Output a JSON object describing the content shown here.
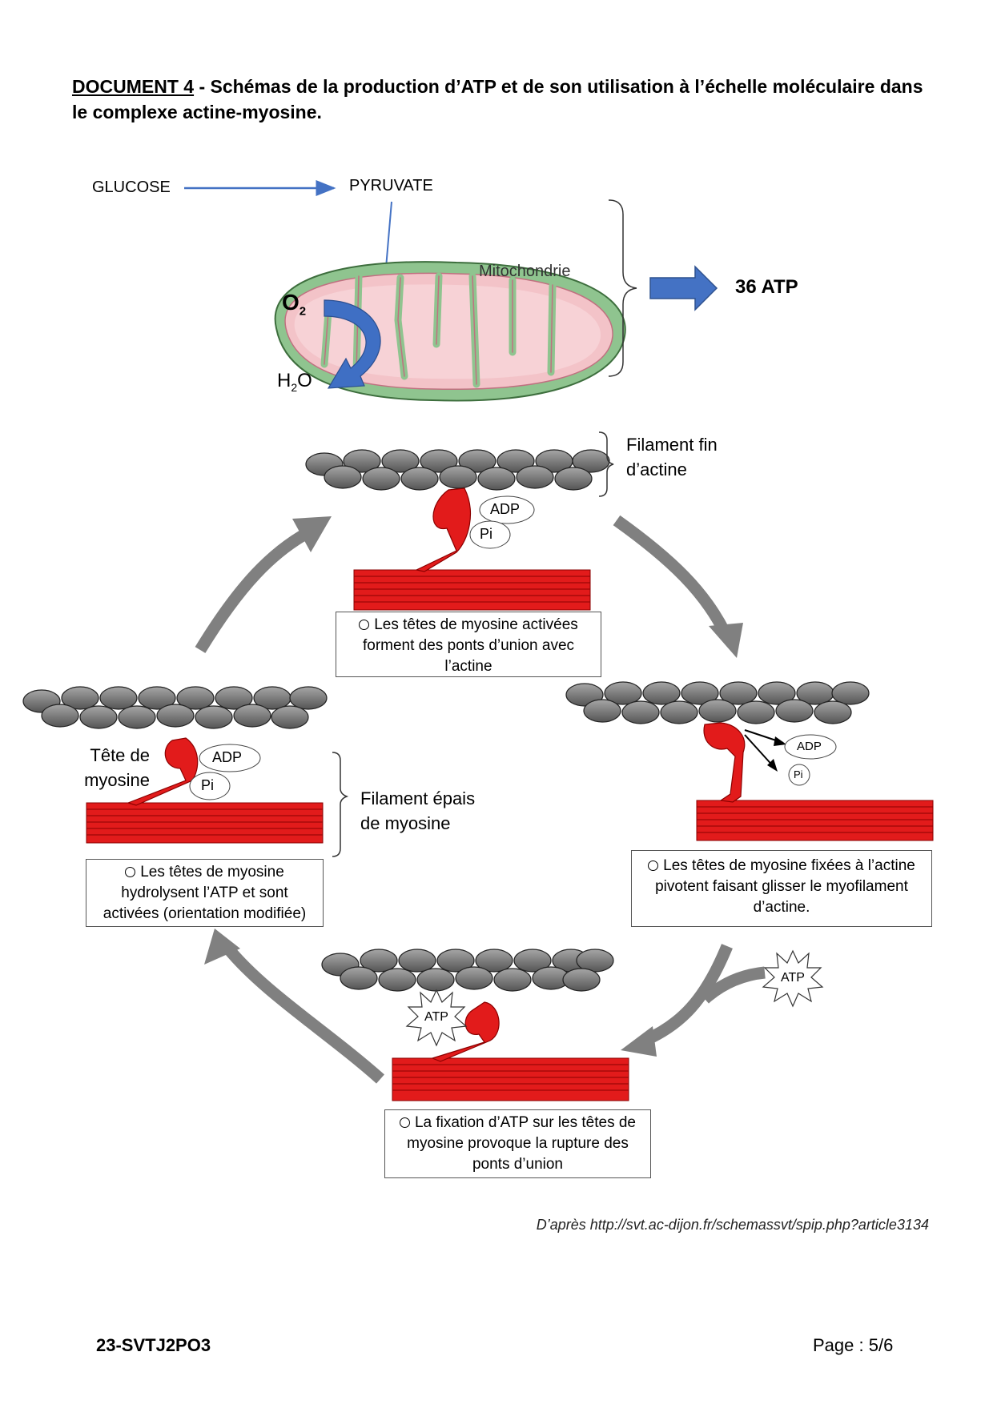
{
  "title": {
    "doc_label": "DOCUMENT 4",
    "text": " - Schémas de la production d’ATP et de son utilisation à l’échelle moléculaire dans le complexe actine-myosine."
  },
  "respiration": {
    "glucose": "GLUCOSE",
    "pyruvate": "PYRUVATE",
    "mitochondria": "Mitochondrie",
    "o2": "O",
    "o2_sub": "2",
    "h2o_a": "H",
    "h2o_sub": "2",
    "h2o_b": "O",
    "atp_yield": "36 ATP"
  },
  "labels": {
    "actin_filament": [
      "Filament fin",
      "d’actine"
    ],
    "myosin_head": [
      "Tête de",
      "myosine"
    ],
    "myosin_filament": [
      "Filament épais",
      "de myosine"
    ],
    "adp": "ADP",
    "pi": "Pi",
    "atp": "ATP"
  },
  "steps": {
    "top": "Les têtes de myosine activées forment des ponts d’union avec l’actine",
    "right": "Les têtes de myosine fixées à l’actine pivotent faisant glisser le myofilament d’actine.",
    "bottom": "La fixation d’ATP sur les têtes de myosine provoque la rupture des ponts d’union",
    "left": "Les têtes de myosine hydrolysent l’ATP et sont activées (orientation modifiée)"
  },
  "source": "D’après http://svt.ac-dijon.fr/schemassvt/spip.php?article3134",
  "footer": {
    "code": "23-SVTJ2PO3",
    "page": "Page : 5/6"
  },
  "colors": {
    "myosin": "#e21b1b",
    "actin": "#777777",
    "arrow": "#808080",
    "arrow_blue": "#4472c4",
    "matrix": "#f3c3c8",
    "membrane": "#8fc48f"
  }
}
